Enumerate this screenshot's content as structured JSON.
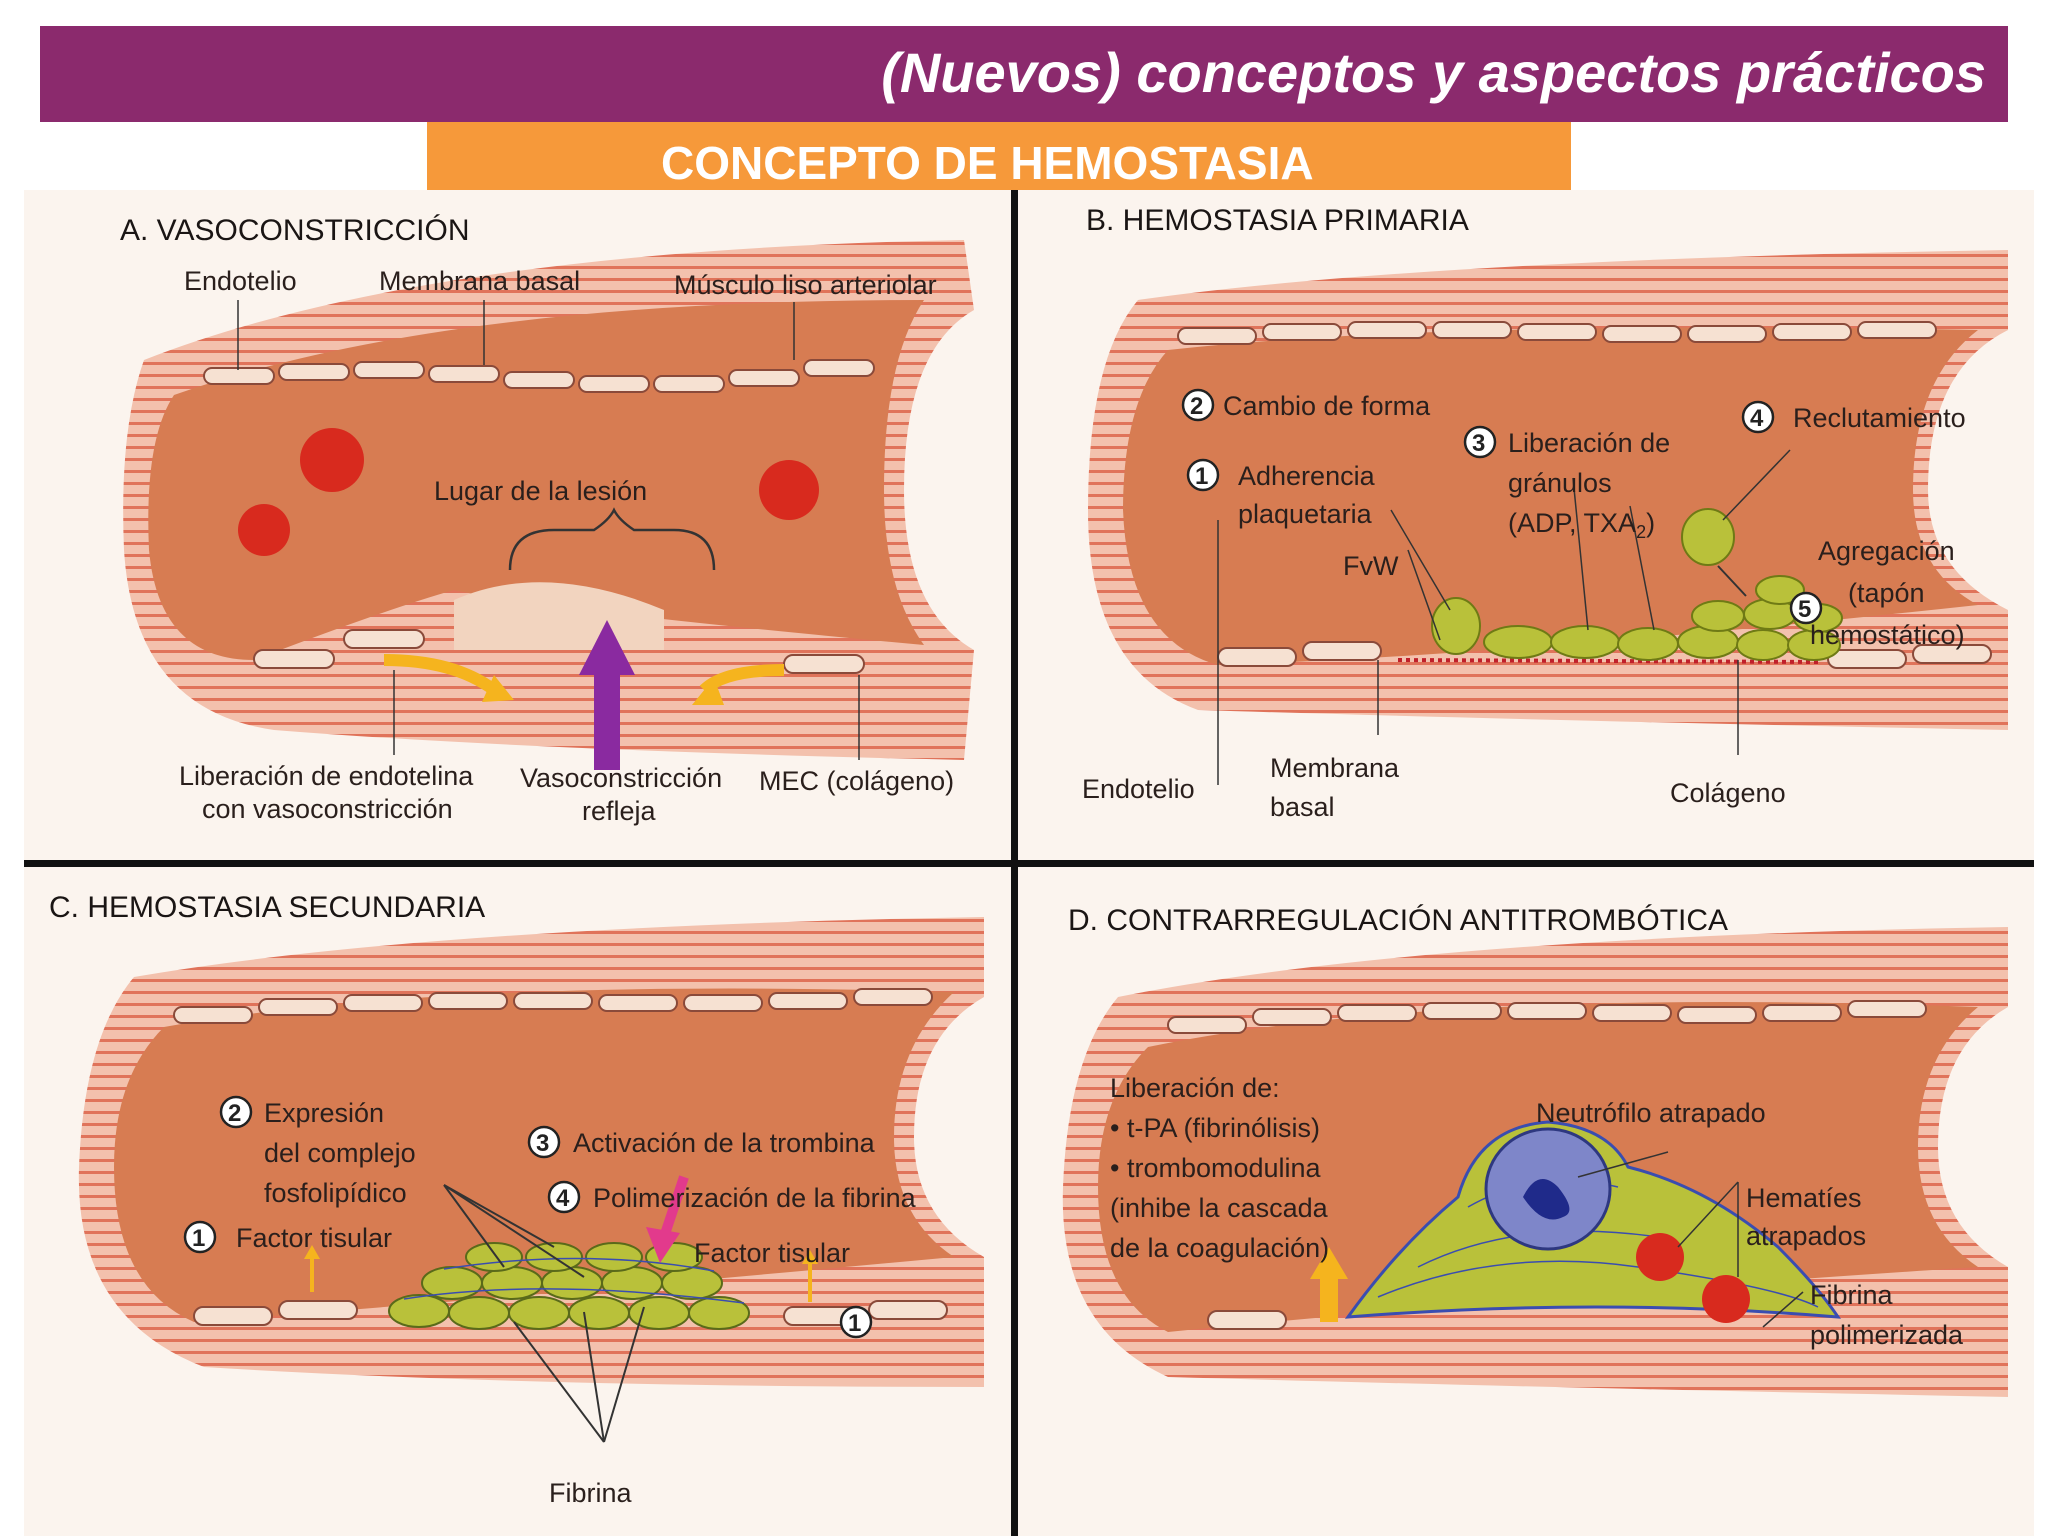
{
  "header": {
    "title": "(Nuevos) conceptos y aspectos prácticos",
    "color": "#8b2a6d"
  },
  "subheader": {
    "title": "CONCEPTO  DE HEMOSTASIA",
    "color": "#f6993a"
  },
  "panel_a": {
    "title": "A. VASOCONSTRICCIÓN",
    "labels": {
      "endotelio": "Endotelio",
      "membrana_basal": "Membrana basal",
      "musculo": "Músculo liso arteriolar",
      "lesion": "Lugar de la lesión",
      "endotelina_1": "Liberación de endotelina",
      "endotelina_2": "con vasoconstricción",
      "vaso_1": "Vasoconstricción",
      "vaso_2": "refleja",
      "mec": "MEC (colágeno)"
    }
  },
  "panel_b": {
    "title": "B. HEMOSTASIA PRIMARIA",
    "steps": {
      "n1": "1",
      "s1a": "Adherencia",
      "s1b": "plaquetaria",
      "n2": "2",
      "s2": "Cambio de forma",
      "n3": "3",
      "s3a": "Liberación de",
      "s3b": "gránulos",
      "s3c": "(ADP, TXA",
      "s3c_sub": "2",
      "s3c_end": ")",
      "n4": "4",
      "s4": "Reclutamiento",
      "n5": "5",
      "s5a": "Agregación",
      "s5b": "(tapón",
      "s5c": "hemostático)"
    },
    "labels": {
      "fvw": "FvW",
      "endotelio": "Endotelio",
      "membrana_1": "Membrana",
      "membrana_2": "basal",
      "colageno": "Colágeno"
    }
  },
  "panel_c": {
    "title": "C. HEMOSTASIA SECUNDARIA",
    "steps": {
      "n1": "1",
      "s1": "Factor tisular",
      "n2": "2",
      "s2a": "Expresión",
      "s2b": "del complejo",
      "s2c": "fosfolipídico",
      "n3": "3",
      "s3": "Activación de la trombina",
      "n4": "4",
      "s4": "Polimerización de la fibrina",
      "n1b": "1",
      "s1b": "Factor tisular"
    },
    "labels": {
      "fibrina": "Fibrina"
    }
  },
  "panel_d": {
    "title": "D. CONTRARREGULACIÓN ANTITROMBÓTICA",
    "labels": {
      "lib": "Liberación de:",
      "tpa": "• t-PA (fibrinólisis)",
      "trombo": "• trombomodulina",
      "inhibe_1": "(inhibe la cascada",
      "inhibe_2": "de la coagulación)",
      "neutro": "Neutrófilo atrapado",
      "hem_1": "Hematíes",
      "hem_2": "atrapados",
      "fib_1": "Fibrina",
      "fib_2": "polimerizada"
    }
  },
  "colors": {
    "vessel_wall": "#e98a73",
    "lumen": "#d77c52",
    "platelet": "#b9c13a",
    "red_cell": "#d82a1e",
    "arrow_orange": "#f5b41e",
    "arrow_purple": "#8a2aa0",
    "arrow_pink": "#e23a8c",
    "neutrophil": "#7e86c9"
  }
}
